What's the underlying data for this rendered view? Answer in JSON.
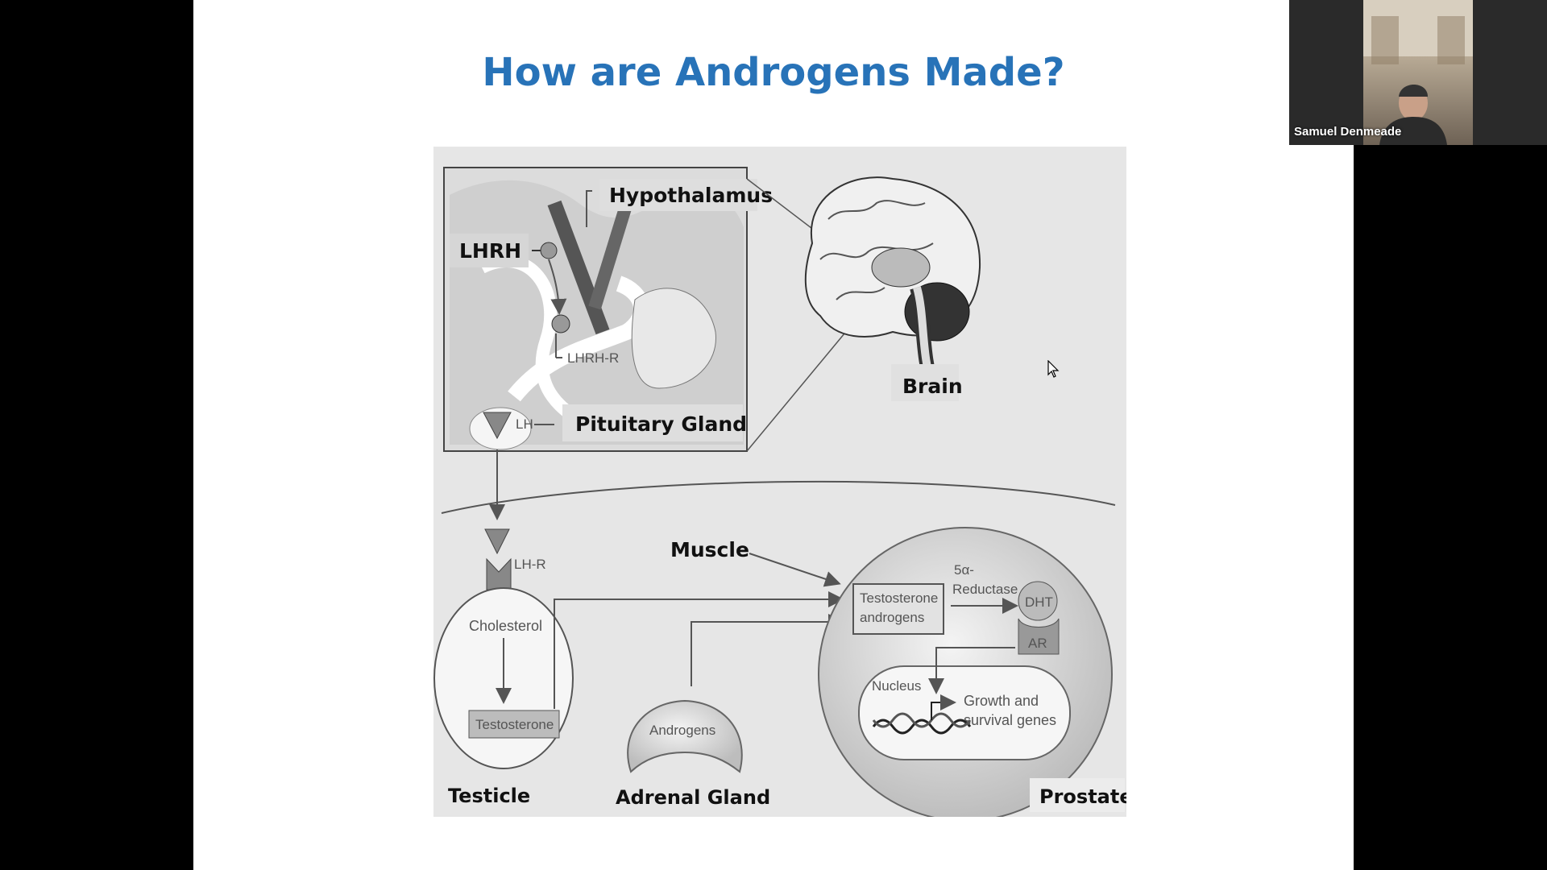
{
  "slide": {
    "title": "How are Androgens Made?"
  },
  "figure": {
    "labels": {
      "hypothalamus": "Hypothalamus",
      "lhrh": "LHRH",
      "lhrh_r": "LHRH-R",
      "lh": "LH",
      "pituitary_gland": "Pituitary Gland",
      "brain": "Brain",
      "muscle": "Muscle",
      "lh_r": "LH-R",
      "cholesterol": "Cholesterol",
      "testosterone": "Testosterone",
      "testosterone_androgens_line1": "Testosterone",
      "testosterone_androgens_line2": "androgens",
      "reductase_line1": "5α-",
      "reductase_line2": "Reductase",
      "dht": "DHT",
      "ar": "AR",
      "nucleus": "Nucleus",
      "growth_line1": "Growth and",
      "growth_line2": "survival genes",
      "androgens": "Androgens",
      "testicle": "Testicle",
      "adrenal_gland": "Adrenal Gland",
      "prostate": "Prostate"
    }
  },
  "video": {
    "participant_name": "Samuel Denmeade"
  },
  "colors": {
    "title": "#2873b8",
    "figure_bg": "#e6e6e6"
  }
}
